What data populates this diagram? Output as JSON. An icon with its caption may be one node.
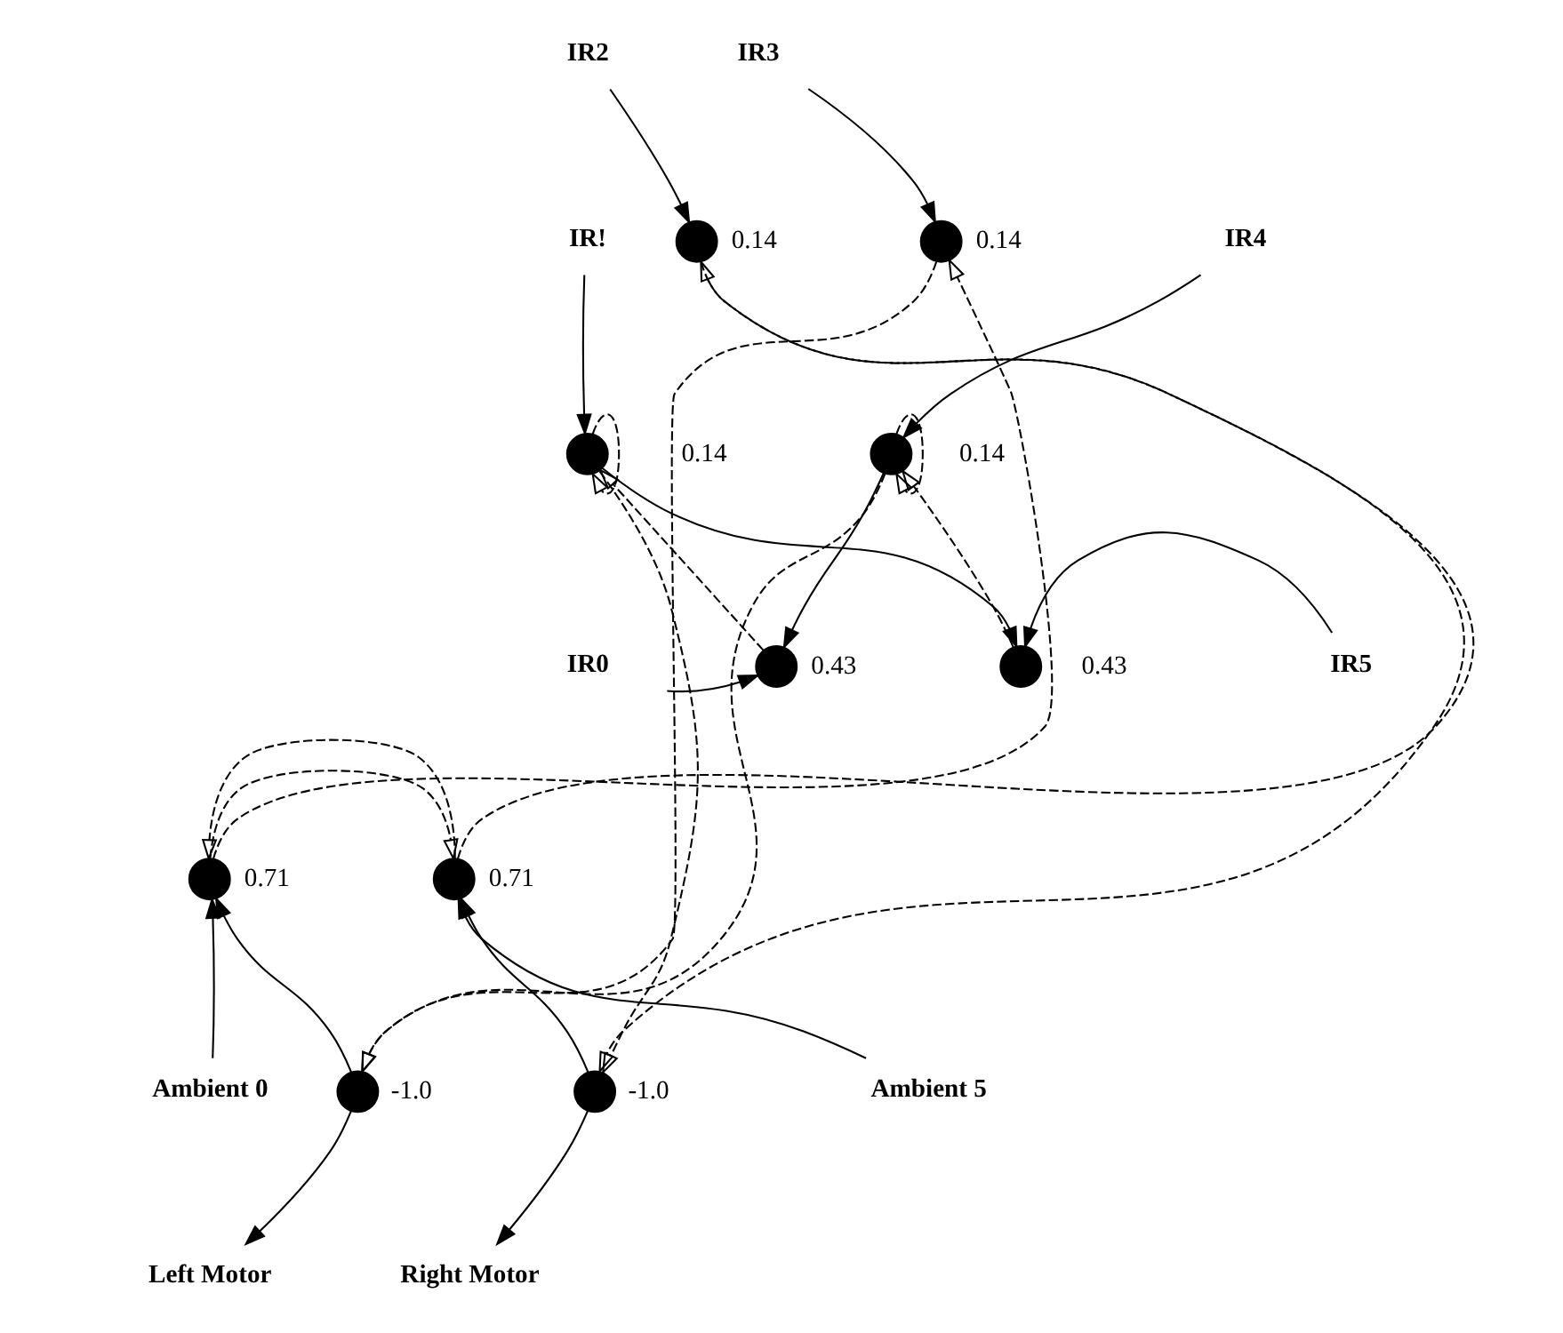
{
  "diagram": {
    "nodes": [
      {
        "text": [
          "IR2"
        ]
      },
      {
        "text": [
          "IR3"
        ]
      },
      {
        "text": [
          "IR!"
        ]
      },
      {
        "text": [
          "IR4"
        ]
      },
      {
        "text": [
          "IR0"
        ]
      },
      {
        "text": [
          "IR5"
        ]
      },
      {
        "text": [
          "Ambient 0"
        ]
      },
      {
        "text": [
          "Ambient 5"
        ]
      },
      {
        "text": [
          "Left Motor"
        ]
      },
      {
        "text": [
          "Right Motor"
        ]
      },
      {
        "text": [],
        "shape": "circle",
        "beside": [
          "0.14"
        ]
      },
      {
        "text": [],
        "shape": "circle",
        "beside": [
          "0.14"
        ]
      },
      {
        "text": [],
        "shape": "circle",
        "beside": [
          "0.14"
        ]
      },
      {
        "text": [],
        "shape": "circle",
        "beside": [
          "0.14"
        ]
      },
      {
        "text": [],
        "shape": "circle",
        "beside": [
          "0.43"
        ]
      },
      {
        "text": [],
        "shape": "circle",
        "beside": [
          "0.43"
        ]
      },
      {
        "text": [],
        "shape": "circle",
        "beside": [
          "0.71"
        ]
      },
      {
        "text": [],
        "shape": "circle",
        "beside": [
          "0.71"
        ]
      },
      {
        "text": [],
        "shape": "circle",
        "beside": [
          "-1.0"
        ]
      },
      {
        "text": [],
        "shape": "circle",
        "beside": [
          "-1.0"
        ]
      }
    ],
    "edges": [
      {
        "from": 0,
        "to": 10,
        "arrow": "to"
      },
      {
        "from": 1,
        "to": 11,
        "arrow": "to"
      },
      {
        "from": 2,
        "to": 12,
        "arrow": "to"
      },
      {
        "from": 3,
        "to": 13,
        "arrow": "to"
      },
      {
        "from": 4,
        "to": 14,
        "arrow": "to"
      },
      {
        "from": 5,
        "to": 15,
        "arrow": "to"
      },
      {
        "from": 6,
        "to": 16,
        "arrow": "to"
      },
      {
        "from": 7,
        "to": 17,
        "arrow": "to"
      },
      {
        "from": 18,
        "to": 8,
        "arrow": "to"
      },
      {
        "from": 19,
        "to": 9,
        "arrow": "to"
      },
      {
        "from": 12,
        "to": 15,
        "arrow": "to"
      },
      {
        "from": 13,
        "to": 14,
        "arrow": "to"
      },
      {
        "from": 18,
        "to": 16,
        "arrow": "to"
      },
      {
        "from": 19,
        "to": 17,
        "arrow": "to"
      },
      {
        "from": 12,
        "to": 12,
        "arrow": "to",
        "style": "dashed"
      },
      {
        "from": 13,
        "to": 13,
        "arrow": "to",
        "style": "dashed"
      },
      {
        "from": 14,
        "to": 12,
        "arrow": "to",
        "style": "dashed"
      },
      {
        "from": 15,
        "to": 13,
        "arrow": "to",
        "style": "dashed"
      },
      {
        "from": 10,
        "to": 19,
        "arrow": "to",
        "style": "dashed"
      },
      {
        "from": 11,
        "to": 18,
        "arrow": "to",
        "style": "dashed"
      },
      {
        "from": 12,
        "to": 19,
        "arrow": "to",
        "style": "dashed"
      },
      {
        "from": 13,
        "to": 18,
        "arrow": "to",
        "style": "dashed"
      },
      {
        "from": 16,
        "to": 11,
        "arrow": "to",
        "style": "dashed"
      },
      {
        "from": 17,
        "to": 10,
        "arrow": "to",
        "style": "dashed"
      },
      {
        "from": 16,
        "to": 17,
        "arrow": "to",
        "style": "dashed"
      },
      {
        "from": 17,
        "to": 16,
        "arrow": "to",
        "style": "dashed"
      }
    ]
  }
}
